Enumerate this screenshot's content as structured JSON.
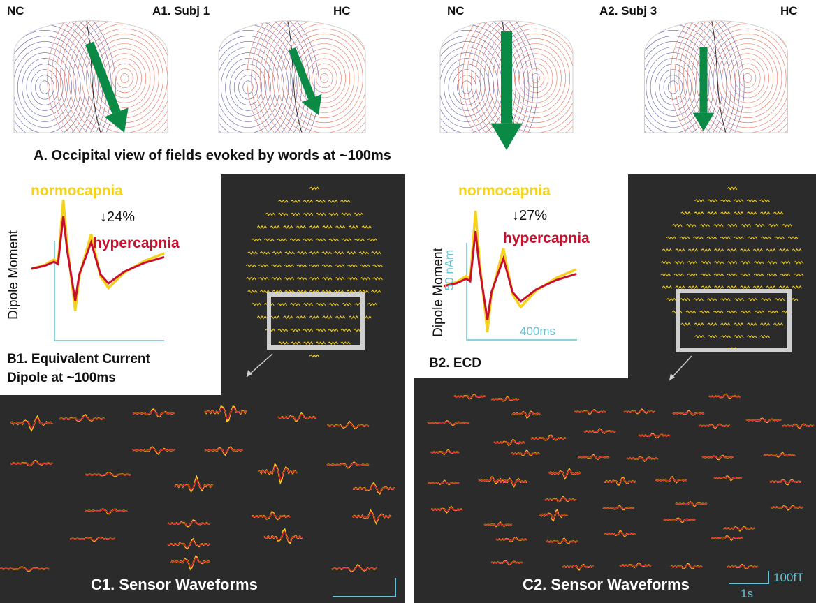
{
  "panel_a": {
    "subj1": {
      "label_left": "NC",
      "label_title": "A1. Subj 1",
      "label_right": "HC"
    },
    "subj2": {
      "label_left": "NC",
      "label_title": "A2. Subj 3",
      "label_right": "HC"
    },
    "caption": "A. Occipital view of fields evoked by words at ~100ms"
  },
  "panel_b1": {
    "normocapnia": "normocapnia",
    "hypercapnia": "hypercapnia",
    "reduction": "↓24%",
    "ylabel": "Dipole Moment",
    "caption_line1": "B1. Equivalent Current",
    "caption_line2": "Dipole at ~100ms"
  },
  "panel_b2": {
    "normocapnia": "normocapnia",
    "hypercapnia": "hypercapnia",
    "reduction": "↓27%",
    "ylabel": "Dipole Moment",
    "y_scale": "50 nAm",
    "x_scale": "400ms",
    "caption": "B2. ECD"
  },
  "panel_c1": {
    "caption": "C1. Sensor Waveforms"
  },
  "panel_c2": {
    "caption": "C2. Sensor Waveforms",
    "scale_y": "100fT",
    "scale_x": "1s"
  },
  "colors": {
    "normocapnia": "#f6d21c",
    "hypercapnia": "#c8102e",
    "arrow": "#0b8a45",
    "negative_contour": "#3a3a9a",
    "positive_contour": "#e4583a",
    "scale_bar": "#66c2d4",
    "panel_bg": "#2b2b2b"
  }
}
